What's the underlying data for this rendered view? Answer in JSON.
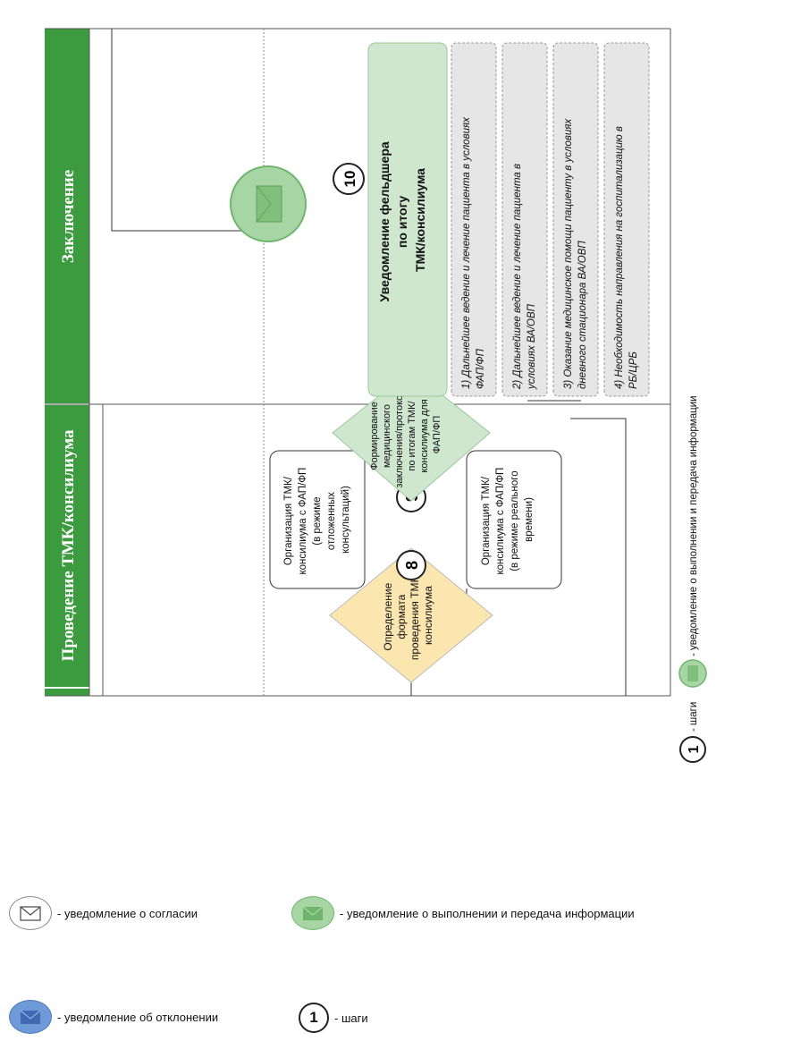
{
  "lanes": {
    "conclusion_title": "Заключение",
    "tmk_title": "Проведение ТМК/консилиума"
  },
  "nodes": {
    "format_decision": [
      "Определение",
      "формата",
      "проведения ТМК/",
      "консилиума"
    ],
    "deferred": [
      "Организация ТМК/",
      "консилиума с ФАП/ФП",
      "(в режиме",
      "отложенных",
      "консультаций)"
    ],
    "realtime": [
      "Организация ТМК/",
      "консилиума с ФАП/ФП",
      "(в режиме реального",
      "времени)"
    ],
    "protocol": [
      "Формирование",
      "медицинского",
      "заключения/протокола",
      "по итогам ТМК/",
      "консилиума для",
      "ФАП/ФП"
    ],
    "notify": [
      "Уведомление фельдшера",
      "по итогу",
      "ТМК/консилиума"
    ],
    "options": [
      [
        "1) Дальнейшее ведение и лечение пациента в условиях",
        "ФАП/ФП"
      ],
      [
        "2) Дальнейшее ведение и лечение пациента в",
        "условиях ВА/ОВП"
      ],
      [
        "3) Оказание медицинское помощи пациенту в условиях",
        "дневного стационара ВА/ОВП"
      ],
      [
        "4) Необходимость направления на госпитализацию в",
        "РБ/ЦРБ"
      ]
    ]
  },
  "steps": {
    "s8": "8",
    "s9": "9",
    "s10": "10"
  },
  "rotated_legend": {
    "green_label": "- уведомление о выполнении и передача информации",
    "step_number": "1",
    "step_label": "- шаги"
  },
  "legend": {
    "consent": "- уведомление о согласии",
    "reject": "- уведомление об отклонении",
    "done": "- уведомление о выполнении и передача информации",
    "step_number": "1",
    "step_label": "- шаги"
  },
  "colors": {
    "lane_header": "#3c9a3f",
    "green_fill": "#cfe6cf",
    "green_icon": "#a7d6a4",
    "yellow_fill": "#fbe6b0",
    "blue_icon": "#6f9ad8",
    "gray_note": "#e6e6e6"
  }
}
